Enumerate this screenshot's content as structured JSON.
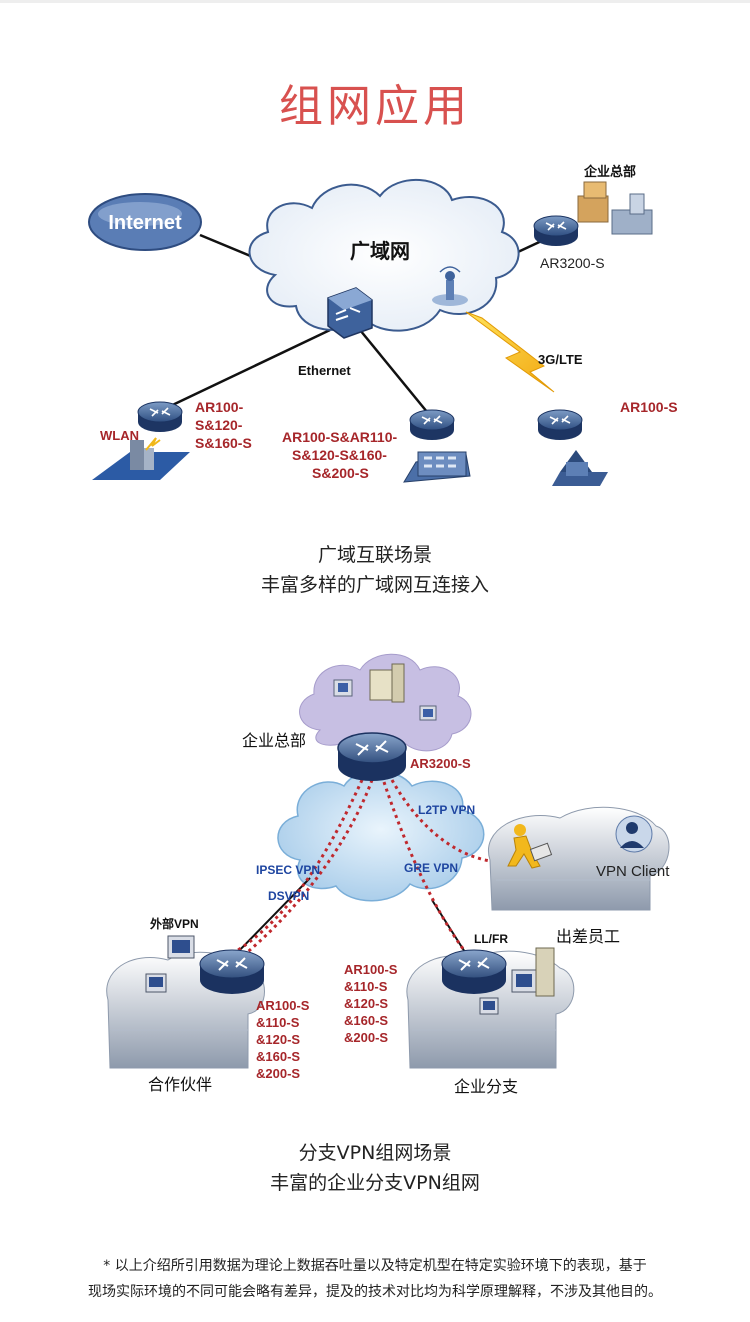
{
  "title": "组网应用",
  "diagram1": {
    "internet": "Internet",
    "wan": "广域网",
    "hq": "企业总部",
    "ar3200": "AR3200-S",
    "ethernet": "Ethernet",
    "lte": "3G/LTE",
    "wlan": "WLAN",
    "ar100_right": "AR100-S",
    "left_model": [
      "AR100-",
      "S&120-",
      "S&160-S"
    ],
    "mid_model": [
      "AR100-S&AR110-",
      "S&120-S&160-",
      "S&200-S"
    ]
  },
  "caption1": {
    "line1": "广域互联场景",
    "line2": "丰富多样的广域网互连接入"
  },
  "diagram2": {
    "hq": "企业总部",
    "ar3200": "AR3200-S",
    "l2tp": "L2TP VPN",
    "ipsec": "IPSEC VPN",
    "dsvpn": "DSVPN",
    "gre": "GRE VPN",
    "vpn_client": "VPN Client",
    "travel": "出差员工",
    "external_vpn": "外部VPN",
    "llfr": "LL/FR",
    "left_models": [
      "AR100-S",
      "&110-S",
      "&120-S",
      "&160-S",
      "&200-S"
    ],
    "mid_models": [
      "AR100-S",
      "&110-S",
      "&120-S",
      "&160-S",
      "&200-S"
    ],
    "partner": "合作伙伴",
    "branch": "企业分支"
  },
  "caption2": {
    "line1": "分支VPN组网场景",
    "line2": "丰富的企业分支VPN组网"
  },
  "footnote": {
    "line1": "* 以上介绍所引用数据为理论上数据吞吐量以及特定机型在特定实验环境下的表现，基于",
    "line2": "现场实际环境的不同可能会略有差异，提及的技术对比均为科学原理解释，不涉及其他目的。"
  },
  "colors": {
    "title": "#d8514f",
    "model_text": "#a6262a",
    "vpn_text": "#1e45a0",
    "link_dotted": "#c0282d"
  }
}
